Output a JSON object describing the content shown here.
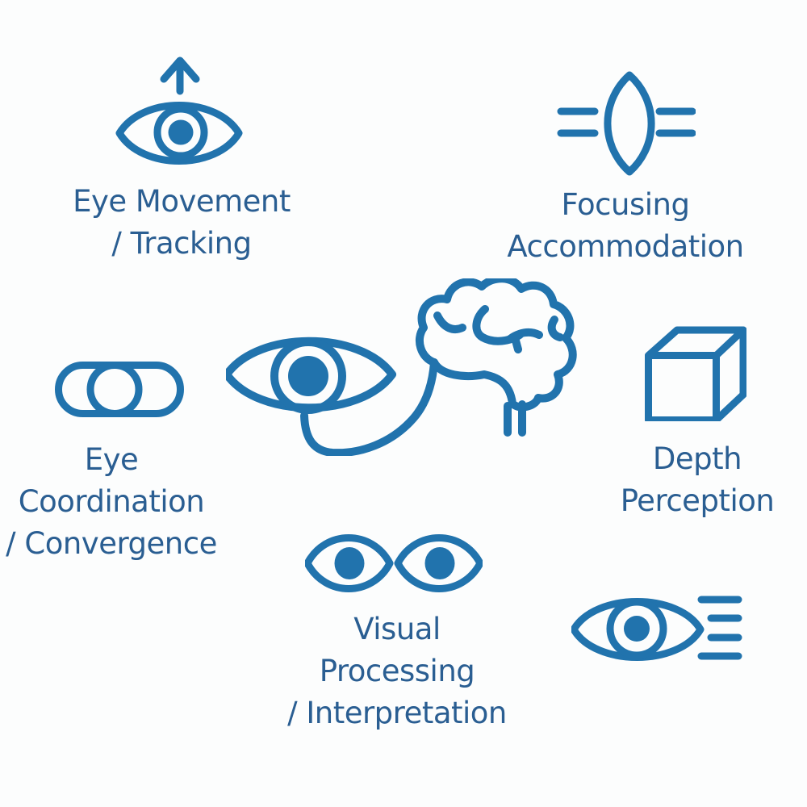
{
  "page": {
    "background_color": "#fcfdfd",
    "icon_color": "#2173ad",
    "text_color": "#2a5e92"
  },
  "nodes": {
    "eye_movement": {
      "icon": "eye-with-up-arrow-icon",
      "lines": [
        "Eye Movement",
        "/ Tracking"
      ]
    },
    "focusing": {
      "icon": "lens-accommodation-icon",
      "lines": [
        "Focusing",
        "Accommodation"
      ]
    },
    "center": {
      "icon": "eye-connected-to-brain-icon",
      "lines": []
    },
    "eye_coordination": {
      "icon": "overlapping-eye-capsule-icon",
      "lines": [
        "Eye",
        "Coordination",
        "/ Convergence"
      ]
    },
    "depth_perception": {
      "icon": "cube-icon",
      "lines": [
        "Depth",
        "Perception"
      ]
    },
    "visual_processing": {
      "icon": "eye-pair-icon",
      "lines": [
        "Visual",
        "Processing",
        "/ Interpretation"
      ]
    },
    "visual_speed": {
      "icon": "eye-with-speed-lines-icon",
      "lines": []
    }
  }
}
